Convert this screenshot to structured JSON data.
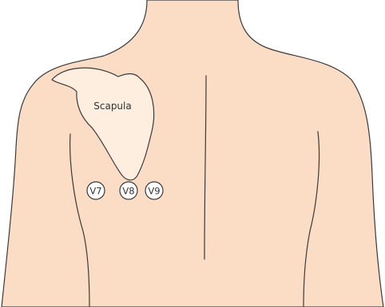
{
  "colors": {
    "skin": "#fbdcc4",
    "scapula": "#fdeee0",
    "outline": "#3a3a3a",
    "electrode_fill": "#ffffff",
    "text": "#333333",
    "background": "#ffffff"
  },
  "labels": {
    "scapula": "Scapula"
  },
  "electrodes": [
    {
      "label": "V7"
    },
    {
      "label": "V8"
    },
    {
      "label": "V9"
    }
  ]
}
